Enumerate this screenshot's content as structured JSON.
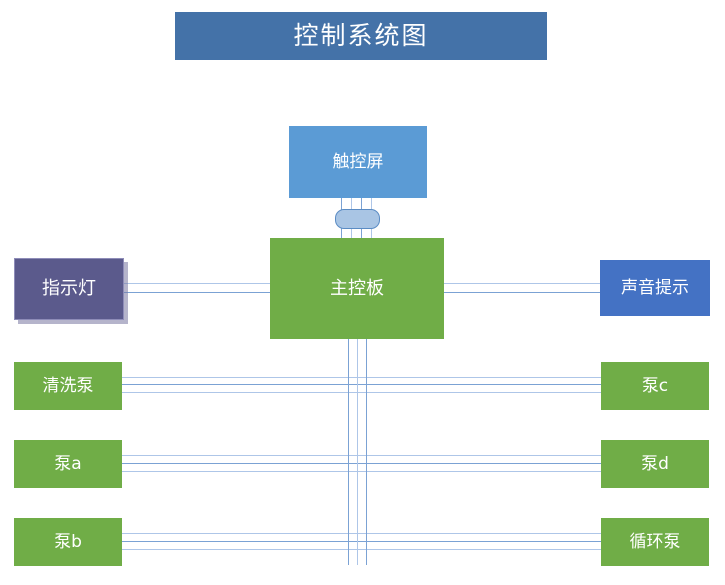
{
  "diagram": {
    "title": "控制系统图",
    "background_color": "#FFFFFF",
    "nodes": {
      "title_banner": {
        "label": "控制系统图",
        "color": "#4472A8"
      },
      "touchscreen": {
        "label": "触控屏",
        "color": "#5B9BD5"
      },
      "main_board": {
        "label": "主控板",
        "color": "#70AD47"
      },
      "indicator": {
        "label": "指示灯",
        "color": "#5B5A8C"
      },
      "sound": {
        "label": "声音提示",
        "color": "#4472C4"
      }
    },
    "pumps_left": [
      {
        "label": "清洗泵",
        "color": "#70AD47"
      },
      {
        "label": "泵a",
        "color": "#70AD47"
      },
      {
        "label": "泵b",
        "color": "#70AD47"
      }
    ],
    "pumps_right": [
      {
        "label": "泵c",
        "color": "#70AD47"
      },
      {
        "label": "泵d",
        "color": "#70AD47"
      },
      {
        "label": "循环泵",
        "color": "#70AD47"
      }
    ],
    "connector": {
      "name": "ribbon-cable-capsule",
      "color": "#A9C5E4",
      "border_color": "#5B8CC4"
    },
    "wire_color": "#7BA2D4",
    "wire_color_pale": "#AEC6E8"
  }
}
